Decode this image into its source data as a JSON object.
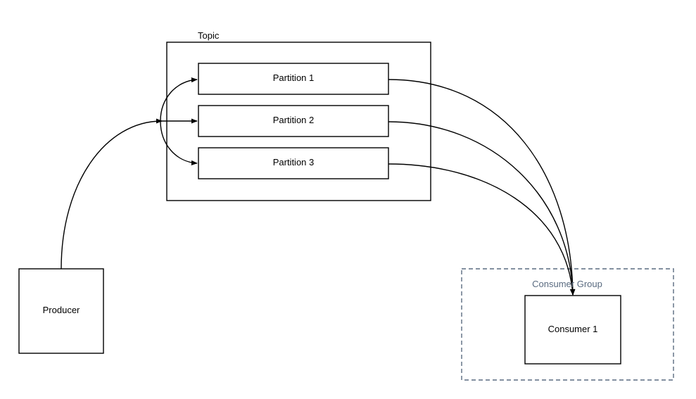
{
  "topic": {
    "label": "Topic",
    "partitions": [
      {
        "label": "Partition 1"
      },
      {
        "label": "Partition 2"
      },
      {
        "label": "Partition 3"
      }
    ]
  },
  "producer": {
    "label": "Producer"
  },
  "consumer_group": {
    "label": "Consumer Group",
    "border_color": "#5a6b80",
    "label_color": "#5a6b80",
    "consumers": [
      {
        "label": "Consumer 1"
      }
    ]
  },
  "edges": [
    {
      "from": "Producer",
      "to": "Topic"
    },
    {
      "from": "Topic",
      "to": "Partition 1"
    },
    {
      "from": "Topic",
      "to": "Partition 2"
    },
    {
      "from": "Topic",
      "to": "Partition 3"
    },
    {
      "from": "Partition 1",
      "to": "Consumer 1"
    },
    {
      "from": "Partition 2",
      "to": "Consumer 1"
    },
    {
      "from": "Partition 3",
      "to": "Consumer 1"
    }
  ]
}
